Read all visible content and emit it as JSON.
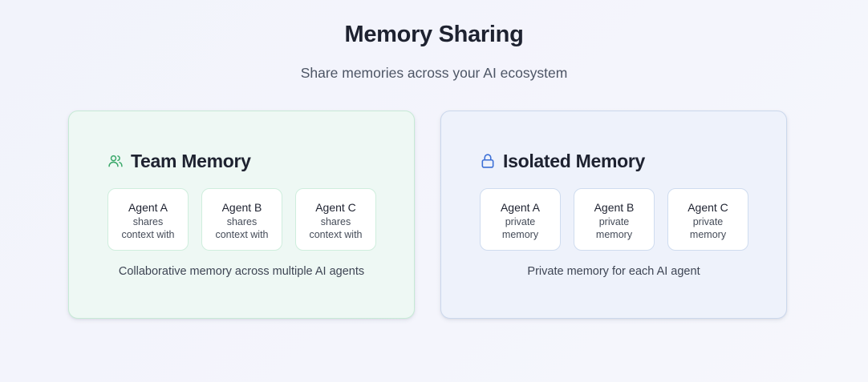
{
  "page": {
    "title": "Memory Sharing",
    "subtitle": "Share memories across your AI ecosystem"
  },
  "colors": {
    "team_accent": "#3aa86a",
    "isolated_accent": "#3b6fd6"
  },
  "team": {
    "icon": "users-icon",
    "title": "Team Memory",
    "agents": [
      {
        "name": "Agent A",
        "line1": "shares",
        "line2": "context with"
      },
      {
        "name": "Agent B",
        "line1": "shares",
        "line2": "context with"
      },
      {
        "name": "Agent C",
        "line1": "shares",
        "line2": "context with"
      }
    ],
    "caption": "Collaborative memory across multiple AI agents"
  },
  "isolated": {
    "icon": "lock-icon",
    "title": "Isolated Memory",
    "agents": [
      {
        "name": "Agent A",
        "line1": "private",
        "line2": "memory"
      },
      {
        "name": "Agent B",
        "line1": "private",
        "line2": "memory"
      },
      {
        "name": "Agent C",
        "line1": "private",
        "line2": "memory"
      }
    ],
    "caption": "Private memory for each AI agent"
  }
}
